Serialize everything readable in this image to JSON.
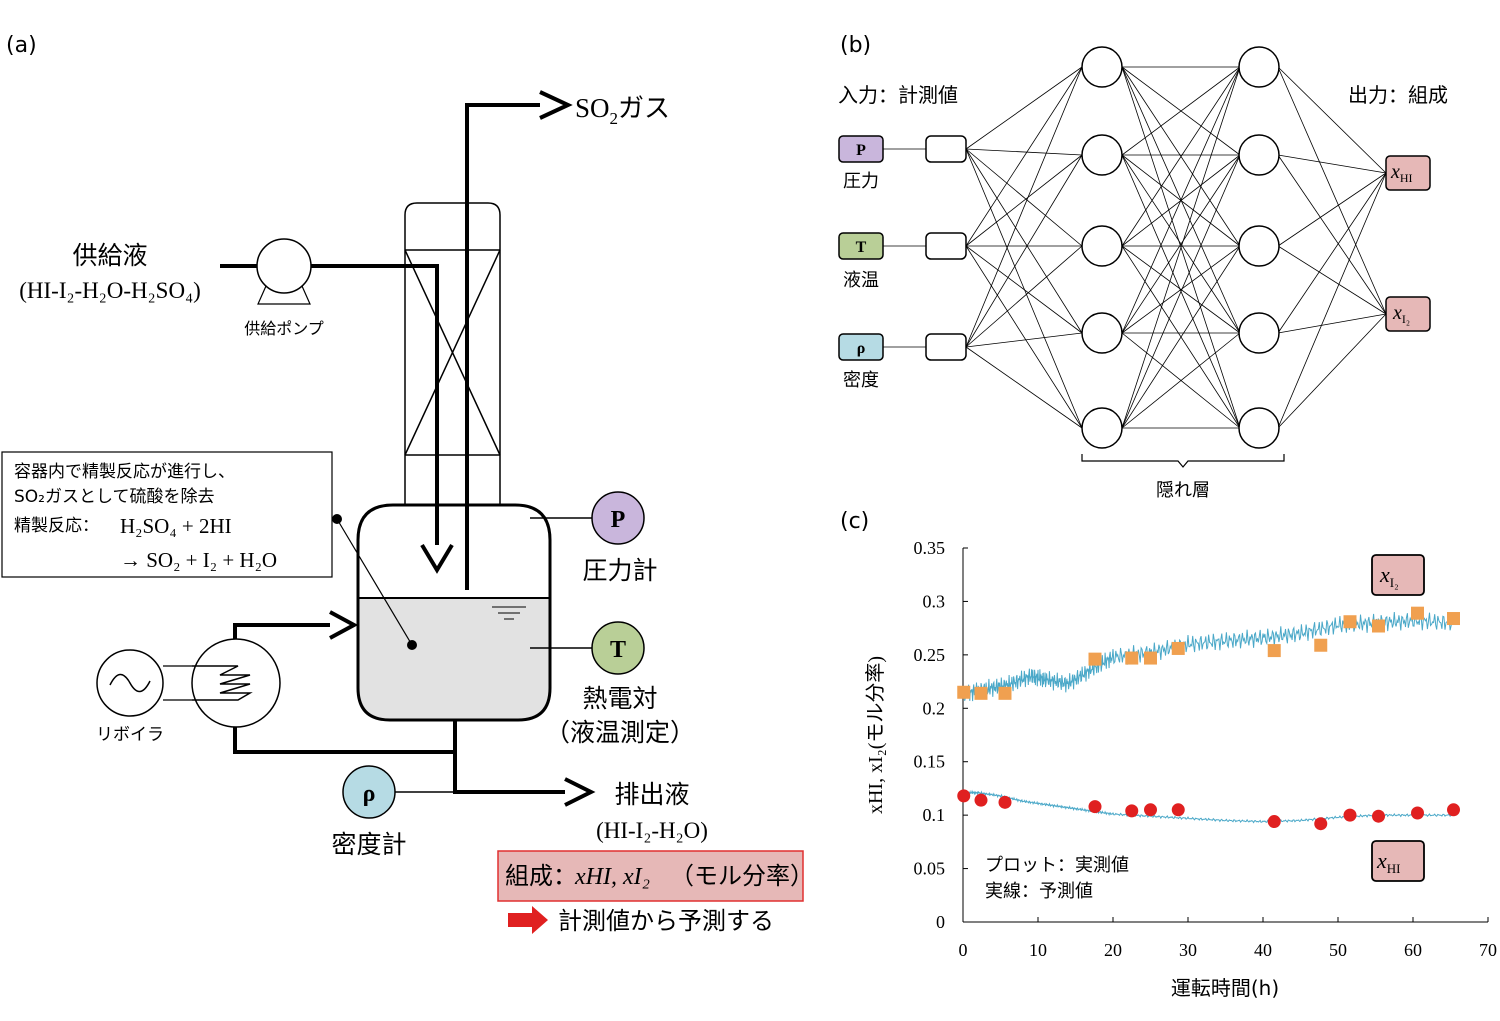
{
  "panel_a": {
    "label": "(a)",
    "so2_gas": {
      "main": "SO",
      "sub": "2",
      "tail": "ガス"
    },
    "feed": {
      "title": "供給液",
      "formula": "(HI-I₂-H₂O-H₂SO₄)"
    },
    "feed_pump": "供給ポンプ",
    "note": {
      "line1": "容器内で精製反応が進行し、",
      "line2": "SO₂ガスとして硫酸を除去",
      "line3_label": "精製反応：",
      "line3_eq": "H₂SO₄ + 2HI",
      "line4_eq": "→ SO₂ + I₂ + H₂O"
    },
    "pressure": {
      "symbol": "P",
      "name": "圧力計",
      "color": "#c9b6dc"
    },
    "thermo": {
      "symbol": "T",
      "name1": "熱電対",
      "name2": "（液温測定）",
      "color": "#b9cf97"
    },
    "density": {
      "symbol": "ρ",
      "name": "密度計",
      "color": "#b6dbe4"
    },
    "reboiler": "リボイラ",
    "discharge": {
      "title": "排出液",
      "formula": "(HI-I₂-H₂O)"
    },
    "composition": {
      "label": "組成：",
      "vars": "xHI, xI₂",
      "unit": "（モル分率）",
      "box_color": "#e6b8b7",
      "border_color": "#e03030"
    },
    "predict": "計測値から予測する",
    "arrow_color": "#e02020"
  },
  "panel_b": {
    "label": "(b)",
    "input_title": "入力：計測値",
    "output_title": "出力：組成",
    "inputs": [
      {
        "symbol": "P",
        "name": "圧力",
        "color": "#c9b6dc"
      },
      {
        "symbol": "T",
        "name": "液温",
        "color": "#b9cf97"
      },
      {
        "symbol": "ρ",
        "name": "密度",
        "color": "#b6dbe4"
      }
    ],
    "outputs": [
      {
        "main": "x",
        "sub": "HI",
        "color": "#e6b8b7"
      },
      {
        "main": "x",
        "sub": "I₂",
        "color": "#e6b8b7"
      }
    ],
    "hidden_label": "隠れ層"
  },
  "panel_c": {
    "label": "(c)",
    "legend_line1": "プロット：実測値",
    "legend_line2": "実線：予測値",
    "tag_i2": {
      "main": "x",
      "sub": "I₂"
    },
    "tag_hi": {
      "main": "x",
      "sub": "HI"
    }
  },
  "chart_data": {
    "type": "scatter",
    "xlabel": "運転時間(h)",
    "ylabel": "xHI, xI₂(モル分率)",
    "xlim": [
      0,
      70
    ],
    "ylim": [
      0,
      0.35
    ],
    "xticks": [
      0,
      10,
      20,
      30,
      40,
      50,
      60,
      70
    ],
    "yticks": [
      "0",
      "0.05",
      "0.1",
      "0.15",
      "0.2",
      "0.25",
      "0.3",
      "0.35"
    ],
    "measured_color_i2": "#f0a050",
    "measured_color_hi": "#e02020",
    "predicted_color": "#4aa8c8",
    "series": [
      {
        "name": "xI₂",
        "marker": "square",
        "x": [
          0.1,
          2.4,
          5.6,
          17.6,
          22.5,
          25.0,
          28.7,
          41.5,
          47.7,
          51.6,
          55.4,
          60.6,
          65.4
        ],
        "y": [
          0.215,
          0.214,
          0.214,
          0.246,
          0.247,
          0.247,
          0.256,
          0.254,
          0.259,
          0.281,
          0.277,
          0.289,
          0.284
        ]
      },
      {
        "name": "xHI",
        "marker": "circle",
        "x": [
          0.1,
          2.4,
          5.6,
          17.6,
          22.5,
          25.0,
          28.7,
          41.5,
          47.7,
          51.6,
          55.4,
          60.6,
          65.4
        ],
        "y": [
          0.118,
          0.114,
          0.112,
          0.108,
          0.104,
          0.105,
          0.105,
          0.094,
          0.092,
          0.1,
          0.099,
          0.102,
          0.105
        ]
      }
    ],
    "predicted": [
      {
        "name": "xI₂",
        "x": [
          0,
          3,
          6,
          9,
          11,
          14,
          17,
          20,
          25,
          30,
          35,
          40,
          45,
          50,
          55,
          60,
          65.5
        ],
        "y": [
          0.213,
          0.218,
          0.222,
          0.23,
          0.227,
          0.223,
          0.236,
          0.248,
          0.252,
          0.26,
          0.263,
          0.266,
          0.27,
          0.278,
          0.28,
          0.282,
          0.28
        ]
      },
      {
        "name": "xHI",
        "x": [
          0,
          2,
          5,
          8,
          11,
          14,
          17,
          20,
          25,
          30,
          35,
          40,
          45,
          50,
          55,
          60,
          65.5
        ],
        "y": [
          0.121,
          0.121,
          0.118,
          0.113,
          0.11,
          0.107,
          0.104,
          0.101,
          0.099,
          0.097,
          0.095,
          0.094,
          0.095,
          0.098,
          0.1,
          0.1,
          0.1
        ]
      }
    ]
  }
}
